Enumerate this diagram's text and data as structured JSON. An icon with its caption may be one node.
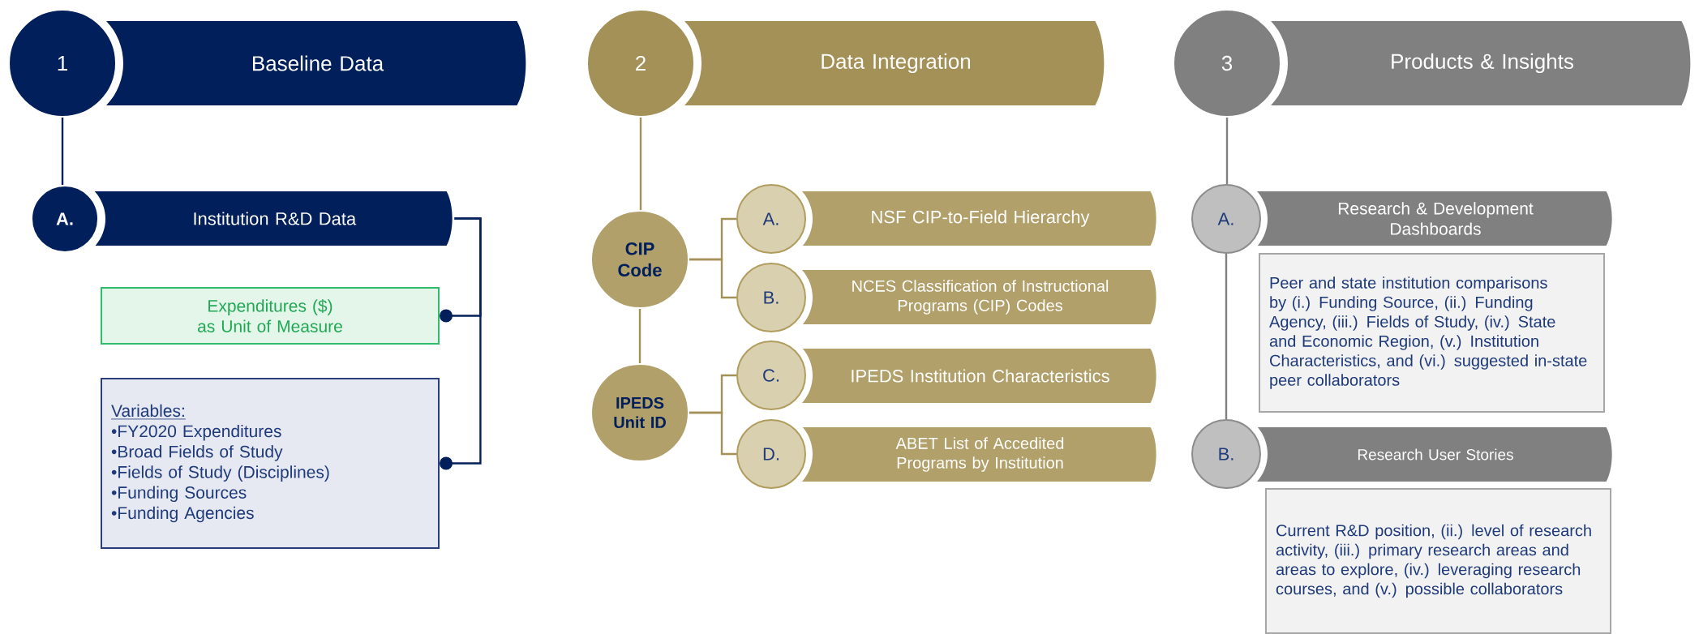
{
  "diagram": {
    "nodes": [
      {
        "text": [
          "1"
        ]
      },
      {
        "text": [
          "Baseline Data"
        ]
      },
      {
        "text": [
          "A."
        ]
      },
      {
        "text": [
          "Institution R&D Data"
        ]
      },
      {
        "text": [
          "Expenditures ($) as Unit of Measure"
        ]
      },
      {
        "text": [
          "Variables:",
          "•FY2020 Expenditures",
          "•Broad Fields of Study",
          "•Fields of Study (Disciplines)",
          "•Funding Sources",
          "•Funding Agencies"
        ]
      },
      {
        "text": [
          "2"
        ]
      },
      {
        "text": [
          "Data Integration"
        ]
      },
      {
        "text": [
          "CIP Code"
        ]
      },
      {
        "text": [
          "IPEDS Unit ID"
        ]
      },
      {
        "text": [
          "A."
        ]
      },
      {
        "text": [
          "NSF CIP-to-Field Hierarchy"
        ]
      },
      {
        "text": [
          "B."
        ]
      },
      {
        "text": [
          "NCES Classification of Instructional Programs (CIP) Codes"
        ]
      },
      {
        "text": [
          "C."
        ]
      },
      {
        "text": [
          "IPEDS Institution Characteristics"
        ]
      },
      {
        "text": [
          "D."
        ]
      },
      {
        "text": [
          "ABET List of Accedited Programs by Institution"
        ]
      },
      {
        "text": [
          "3"
        ]
      },
      {
        "text": [
          "Products & Insights"
        ]
      },
      {
        "text": [
          "A."
        ]
      },
      {
        "text": [
          "Research & Development Dashboards"
        ]
      },
      {
        "text": [
          "Peer and state institution comparisons by (i.) Funding Source, (ii.) Funding Agency, (iii.) Fields of Study, (iv.) State and Economic Region, (v.) Institution Characteristics, and (vi.) suggested in-state peer collaborators"
        ]
      },
      {
        "text": [
          "B."
        ]
      },
      {
        "text": [
          "Research User Stories"
        ]
      },
      {
        "text": [
          "Current R&D position, (ii.) level of research activity, (iii.) primary research areas and areas to explore, (iv.) leveraging research courses, and (v.) possible collaborators"
        ]
      }
    ],
    "edges": [
      {
        "from": 0,
        "to": 2,
        "arrow": "none",
        "color": "#001f5b"
      },
      {
        "from": 3,
        "to": 4,
        "arrow": "other",
        "color": "#001f5b"
      },
      {
        "from": 3,
        "to": 5,
        "arrow": "other",
        "color": "#001f5b"
      },
      {
        "from": 6,
        "to": 8,
        "arrow": "none"
      },
      {
        "from": 8,
        "to": 9,
        "arrow": "none"
      },
      {
        "from": 8,
        "to": 10,
        "arrow": "none"
      },
      {
        "from": 8,
        "to": 12,
        "arrow": "none"
      },
      {
        "from": 9,
        "to": 14,
        "arrow": "none"
      },
      {
        "from": 9,
        "to": 16,
        "arrow": "none"
      },
      {
        "from": 18,
        "to": 20,
        "arrow": "none",
        "color": "#808080"
      },
      {
        "from": 20,
        "to": 23,
        "arrow": "none",
        "color": "#808080"
      }
    ]
  }
}
